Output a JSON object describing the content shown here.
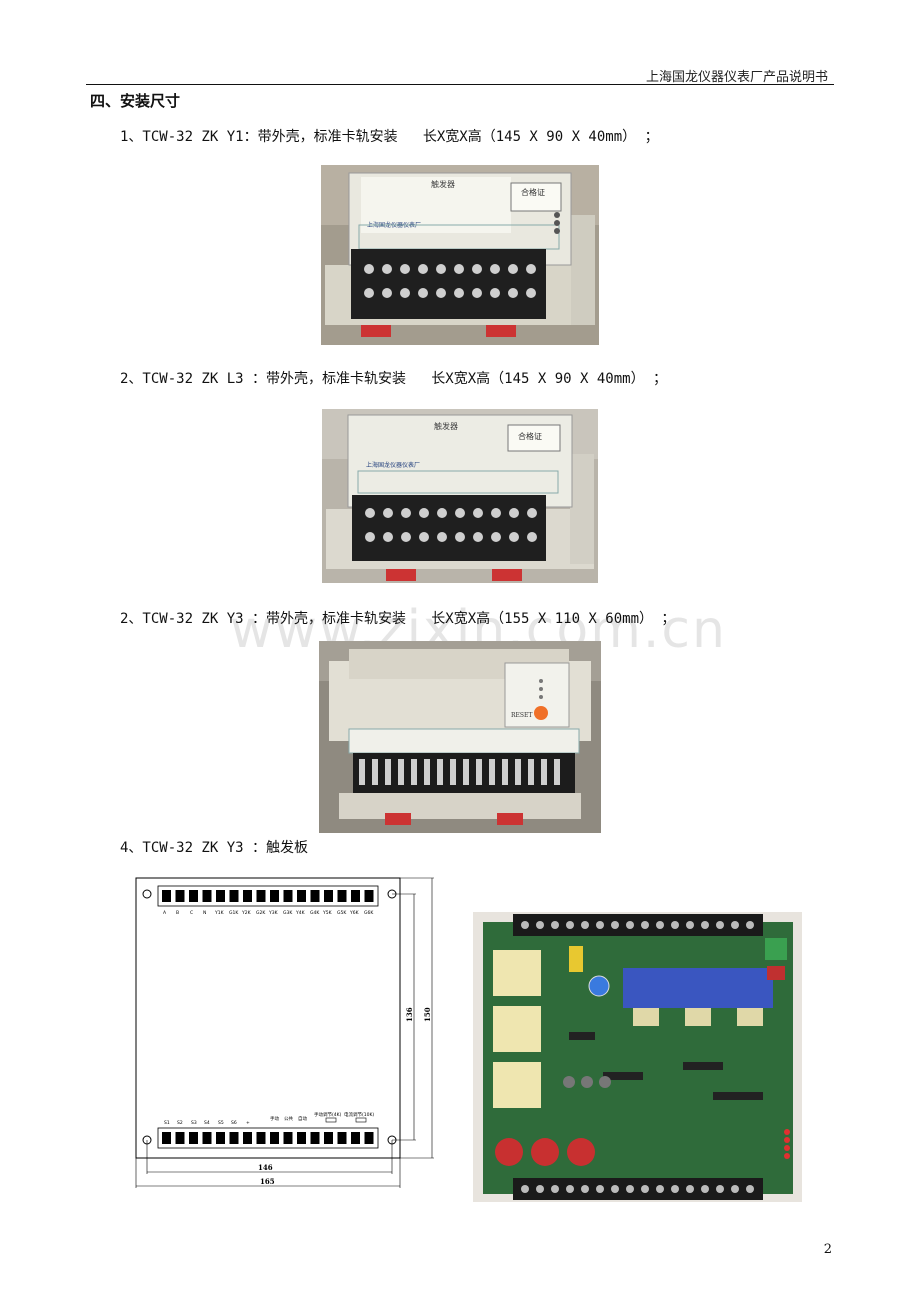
{
  "header": {
    "company_doc": "上海国龙仪器仪表厂产品说明书"
  },
  "section": {
    "title": "四、安装尺寸"
  },
  "items": [
    {
      "text": "1、TCW-32 ZK Y1：带外壳，标准卡轨安装   长X宽X高（145 X 90 X 40mm） ；"
    },
    {
      "text": "2、TCW-32 ZK L3 ：带外壳，标准卡轨安装   长X宽X高（145 X 90 X 40mm） ；"
    },
    {
      "text": "2、TCW-32 ZK Y3 ：带外壳，标准卡轨安装   长X宽X高（155 X 110 X 60mm） ；"
    },
    {
      "text": "4、TCW-32 ZK Y3 ：触发板"
    }
  ],
  "device_labels": {
    "cert": "合格证",
    "trigger": "触发器",
    "maker": "上海国龙仪器仪表厂",
    "reset": "RESET"
  },
  "drawing": {
    "dim_width_inner": "146",
    "dim_width_outer": "165",
    "dim_height_inner": "136",
    "dim_height_outer": "150",
    "top_terminals": [
      "A",
      "B",
      "C",
      "N",
      "Y1K",
      "G1K",
      "Y2K",
      "G2K",
      "Y3K",
      "G3K",
      "Y4K",
      "G4K",
      "Y5K",
      "G5K",
      "Y6K",
      "G6K"
    ],
    "bottom_terminals": [
      "S1",
      "S2",
      "S3",
      "S4",
      "S5",
      "S6",
      "+",
      "手动",
      "公共",
      "自动",
      "手动调节(4K)",
      "电流调节(10K)"
    ]
  },
  "footer": {
    "page_number": "2"
  },
  "watermark": "www.zixin.com.cn"
}
